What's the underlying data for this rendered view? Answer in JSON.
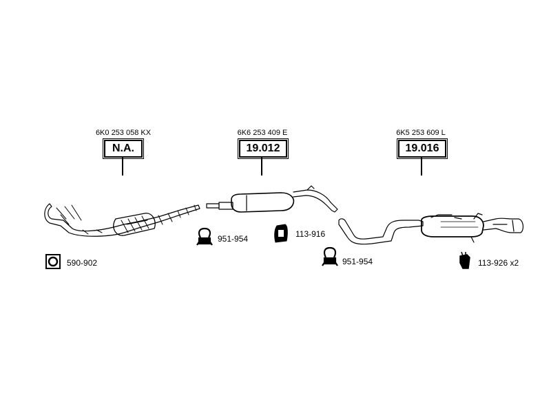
{
  "sections": [
    {
      "part_number": "6K0 253 058 KX",
      "reference": "N.A."
    },
    {
      "part_number": "6K6 253 409 E",
      "reference": "19.012"
    },
    {
      "part_number": "6K5 253 609 L",
      "reference": "19.016"
    }
  ],
  "accessories": [
    {
      "code": "590-902",
      "icon": "gasket-icon"
    },
    {
      "code": "951-954",
      "icon": "clamp-icon"
    },
    {
      "code": "113-916",
      "icon": "rubber-hanger-icon"
    },
    {
      "code": "951-954",
      "icon": "clamp-icon"
    },
    {
      "code": "113-926 x2",
      "icon": "hanger-bracket-icon"
    }
  ]
}
